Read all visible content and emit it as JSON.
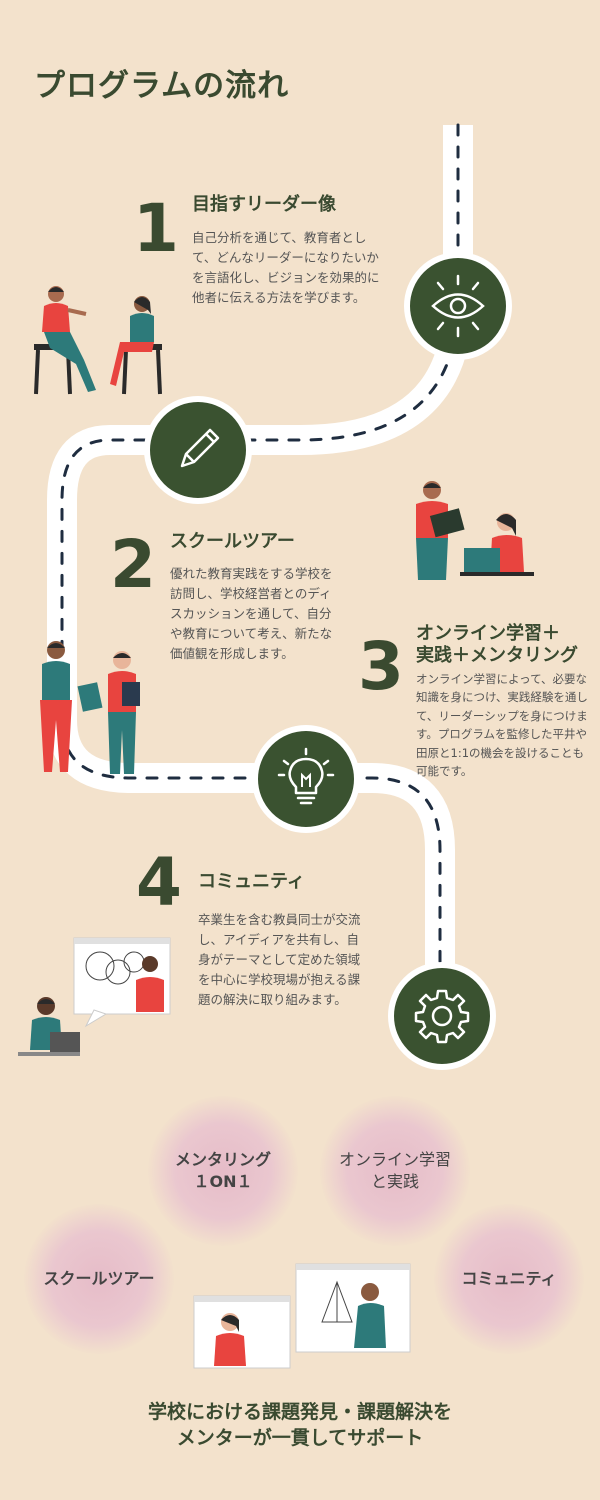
{
  "page": {
    "title": "プログラムの流れ"
  },
  "steps": [
    {
      "num": "1",
      "title": "目指すリーダー像",
      "text": "自己分析を通じて、教育者として、どんなリーダーになりたいかを言語化し、ビジョンを効果的に他者に伝える方法を学びます。"
    },
    {
      "num": "2",
      "title": "スクールツアー",
      "text": "優れた教育実践をする学校を訪問し、学校経営者とのディスカッションを通して、自分や教育について考え、新たな価値観を形成します。"
    },
    {
      "num": "3",
      "title": "オンライン学習＋\n実践＋メンタリング",
      "title_line1": "オンライン学習＋",
      "title_line2": "実践＋メンタリング",
      "text": "オンライン学習によって、必要な知識を身につけ、実践経験を通して、リーダーシップを身につけます。プログラムを監修した平井や田原と1:1の機会を設けることも可能です。"
    },
    {
      "num": "4",
      "title": "コミュニティ",
      "text": "卒業生を含む教員同士が交流し、アイディアを共有し、自身がテーマとして定めた領域を中心に学校現場が抱える課題の解決に取り組みます。"
    }
  ],
  "bubbles": {
    "mentoring_line1": "メンタリング",
    "mentoring_line2": "１ON１",
    "online_line1": "オンライン学習",
    "online_line2": "と実践",
    "school_tour": "スクールツアー",
    "community": "コミュニティ"
  },
  "footer": {
    "line1": "学校における課題発見・課題解決を",
    "line2": "メンターが一貫してサポート"
  },
  "icons": [
    "eye-icon",
    "pencil-icon",
    "lightbulb-icon",
    "gear-icon"
  ],
  "colors": {
    "background": "#f3e2cc",
    "dark_green": "#3a5230",
    "accent_red": "#e8443f",
    "teal": "#2d7a7a",
    "bubble_pink": "#e6bcc8"
  }
}
